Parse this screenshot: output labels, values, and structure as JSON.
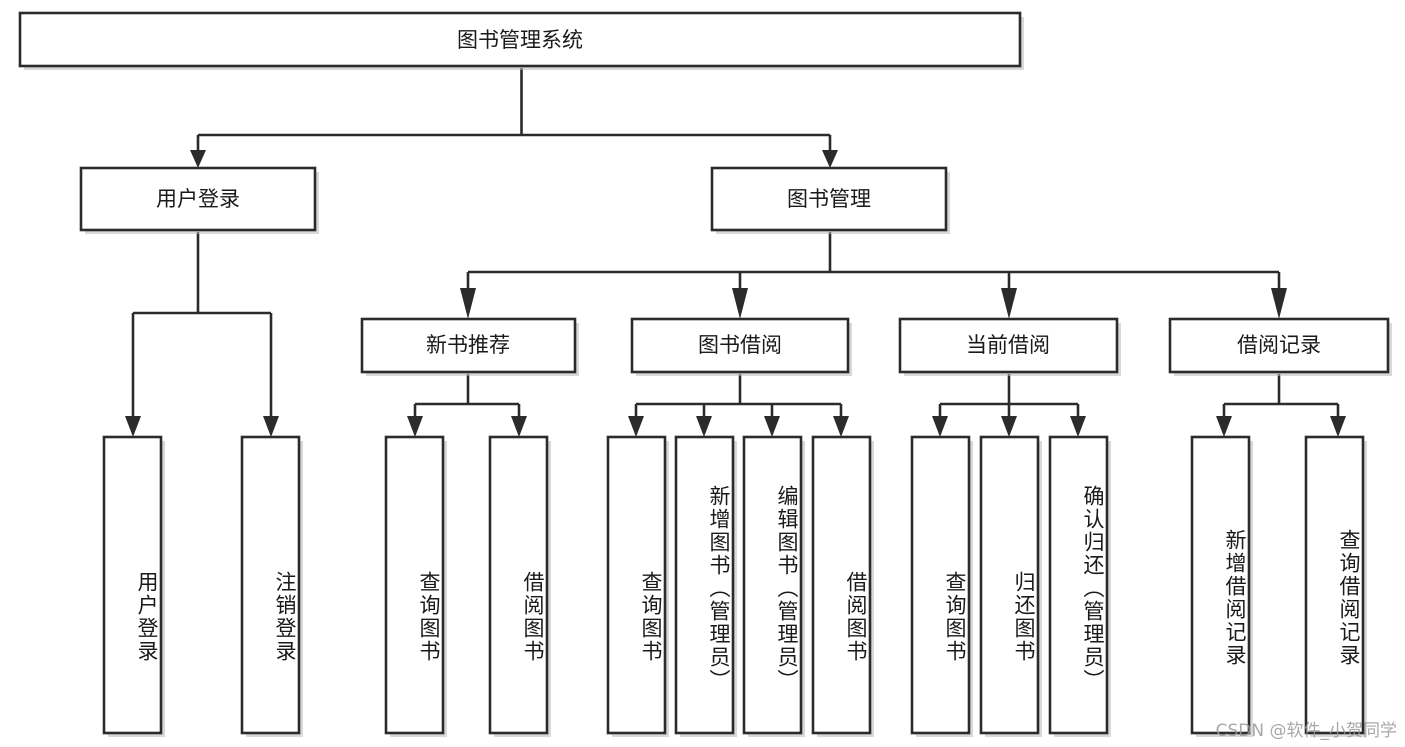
{
  "diagram": {
    "type": "tree",
    "title": "图书管理系统",
    "orientation": "top-down",
    "colors": {
      "box_stroke": "#2b2b2b",
      "box_fill": "#ffffff",
      "text": "#1a1a1a",
      "background": "#ffffff",
      "watermark": "#9a9a9a"
    }
  },
  "root": {
    "label": "图书管理系统"
  },
  "level2": [
    {
      "label": "用户登录"
    },
    {
      "label": "图书管理"
    }
  ],
  "level3": [
    {
      "label": "新书推荐"
    },
    {
      "label": "图书借阅"
    },
    {
      "label": "当前借阅"
    },
    {
      "label": "借阅记录"
    }
  ],
  "leaves": {
    "user_login": [
      {
        "label": "用户登录"
      },
      {
        "label": "注销登录"
      }
    ],
    "new_book": [
      {
        "label": "查询图书"
      },
      {
        "label": "借阅图书"
      }
    ],
    "book_borrow": [
      {
        "label": "查询图书"
      },
      {
        "label": "新增图书（管理员）"
      },
      {
        "label": "编辑图书（管理员）"
      },
      {
        "label": "借阅图书"
      }
    ],
    "current_borrow": [
      {
        "label": "查询图书"
      },
      {
        "label": "归还图书"
      },
      {
        "label": "确认归还（管理员）"
      }
    ],
    "borrow_record": [
      {
        "label": "新增借阅记录"
      },
      {
        "label": "查询借阅记录"
      }
    ]
  },
  "watermark": {
    "text": "CSDN @软件_小贺同学"
  }
}
